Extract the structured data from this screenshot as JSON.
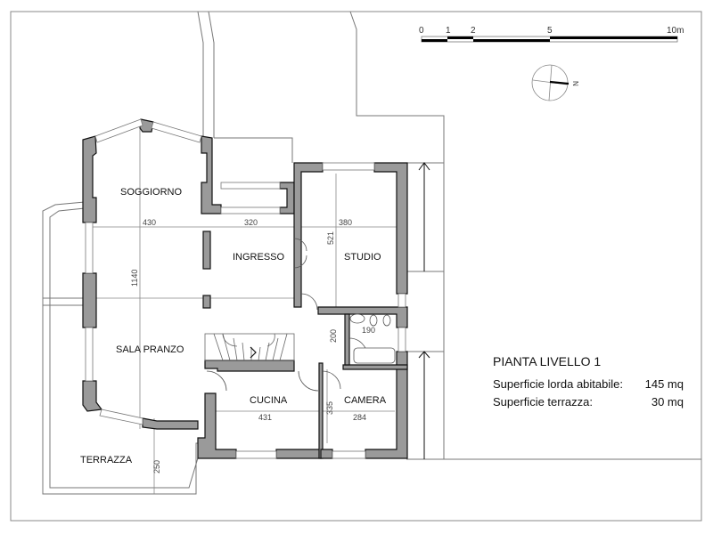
{
  "plan": {
    "title": "PIANTA LIVELLO 1",
    "stats": [
      {
        "label": "Superficie lorda abitabile:",
        "value": "145 mq"
      },
      {
        "label": "Superficie terrazza:",
        "value": "30 mq"
      }
    ]
  },
  "scale_bar": {
    "ticks": [
      "0",
      "1",
      "2",
      "5",
      "10m"
    ]
  },
  "compass": {
    "north_label": "N",
    "icon": "north-arrow-icon"
  },
  "rooms": {
    "soggiorno": "SOGGIORNO",
    "ingresso": "INGRESSO",
    "studio": "STUDIO",
    "sala_pranzo": "SALA PRANZO",
    "cucina": "CUCINA",
    "camera": "CAMERA",
    "terrazza": "TERRAZZA"
  },
  "dimensions": {
    "soggiorno_width": "430",
    "ingresso_width": "320",
    "studio_width": "380",
    "studio_depth": "521",
    "living_depth": "1140",
    "bath_width": "190",
    "bath_depth": "200",
    "cucina_width": "431",
    "camera_width": "284",
    "camera_depth": "335",
    "terrazza_depth": "250"
  },
  "colors": {
    "wall_fill": "#9a9a9a",
    "wall_stroke": "#111111",
    "line": "#666666",
    "text": "#111111"
  }
}
